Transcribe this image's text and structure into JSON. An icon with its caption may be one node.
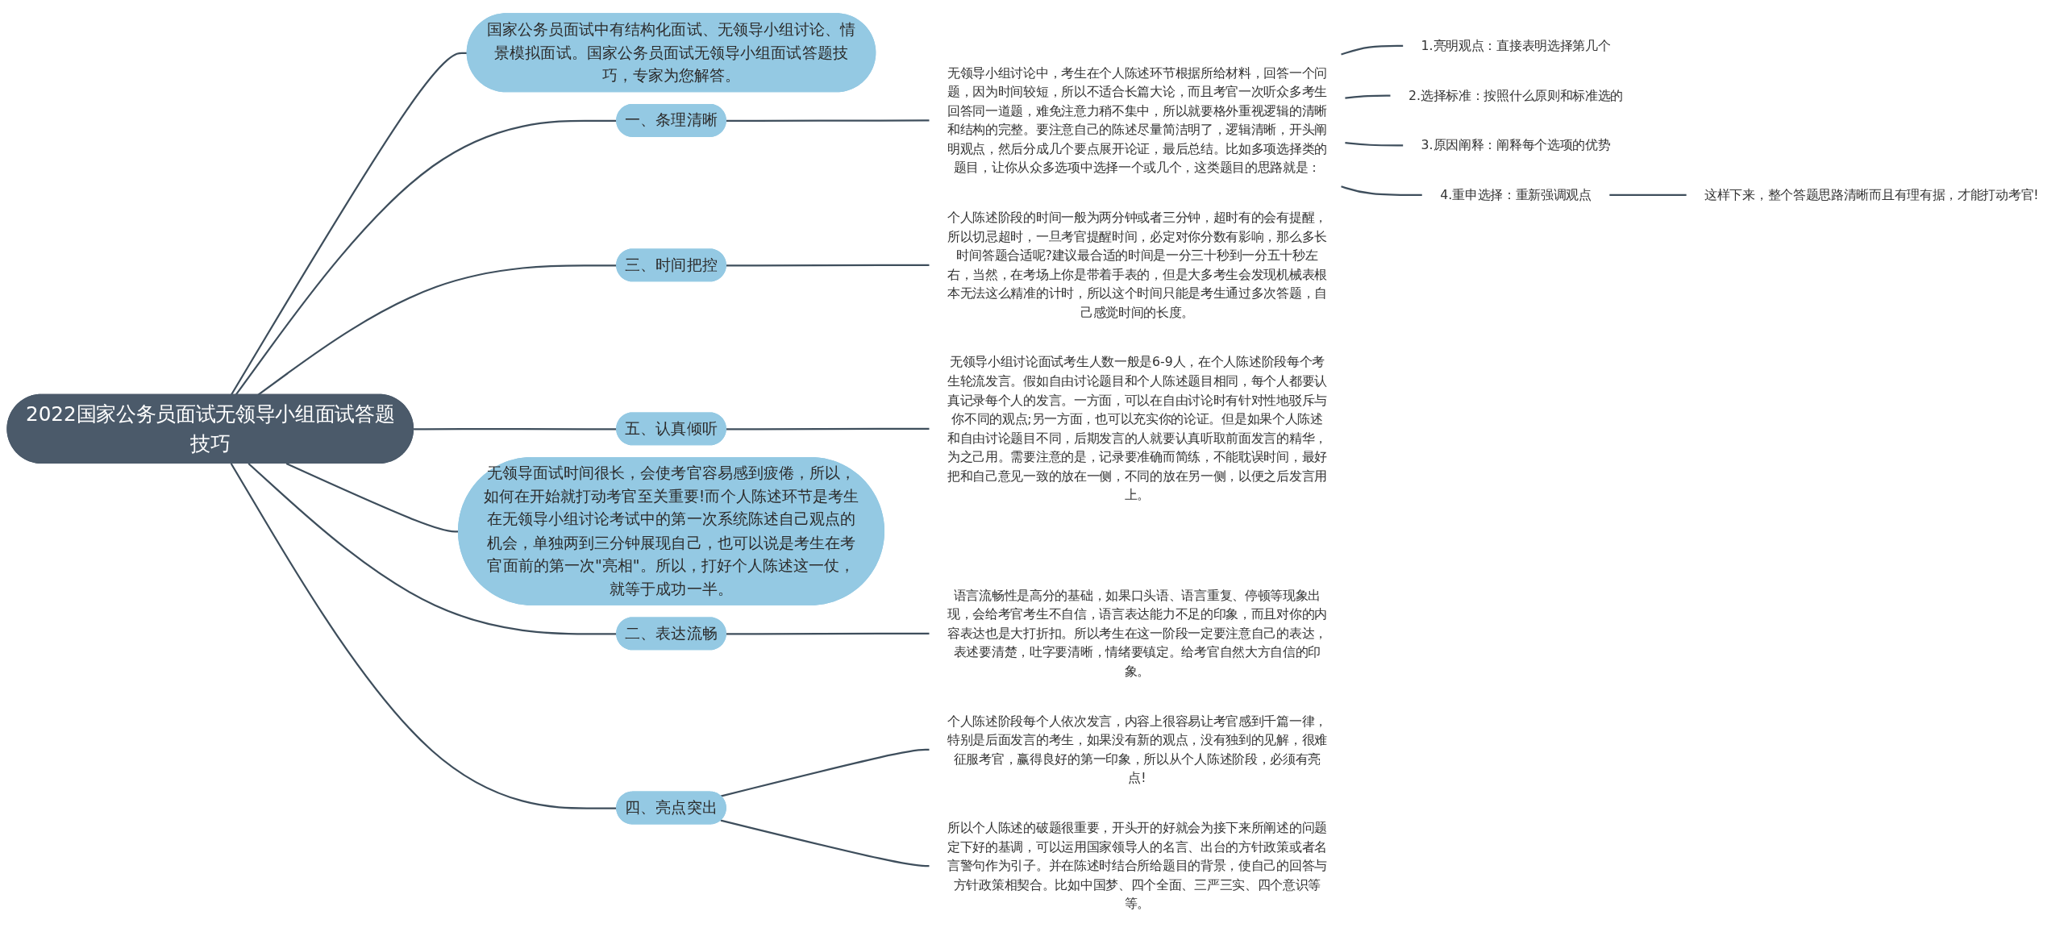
{
  "diagram": {
    "nodes": [
      {
        "text": [
          "2022国家公务员面试无领导小组面试答题技巧"
        ]
      },
      {
        "text": [
          "国家公务员面试中有结构化面试、无领导小组讨论、情景模拟面试。国家公务员面试无领导小组面试答题技巧，专家为您解答。"
        ]
      },
      {
        "text": [
          "一、条理清晰"
        ]
      },
      {
        "text": [
          "无领导小组讨论中，考生在个人陈述环节根据所给材料，回答一个问题，因为时间较短，所以不适合长篇大论，而且考官一次听众多考生回答同一道题，难免注意力稍不集中，所以就要格外重视逻辑的清晰和结构的完整。要注意自己的陈述尽量简洁明了，逻辑清晰，开头阐明观点，然后分成几个要点展开论证，最后总结。比如多项选择类的题目，让你从众多选项中选择一个或几个，这类题目的思路就是："
        ]
      },
      {
        "text": [
          "1.亮明观点：直接表明选择第几个"
        ]
      },
      {
        "text": [
          "2.选择标准：按照什么原则和标准选的"
        ]
      },
      {
        "text": [
          "3.原因阐释：阐释每个选项的优势"
        ]
      },
      {
        "text": [
          "4.重申选择：重新强调观点"
        ]
      },
      {
        "text": [
          "这样下来，整个答题思路清晰而且有理有据，才能打动考官!"
        ]
      },
      {
        "text": [
          "三、时间把控"
        ]
      },
      {
        "text": [
          "个人陈述阶段的时间一般为两分钟或者三分钟，超时有的会有提醒，所以切忌超时，一旦考官提醒时间，必定对你分数有影响，那么多长时间答题合适呢?建议最合适的时间是一分三十秒到一分五十秒左右，当然，在考场上你是带着手表的，但是大多考生会发现机械表根本无法这么精准的计时，所以这个时间只能是考生通过多次答题，自己感觉时间的长度。"
        ]
      },
      {
        "text": [
          "五、认真倾听"
        ]
      },
      {
        "text": [
          "无领导小组讨论面试考生人数一般是6-9人，在个人陈述阶段每个考生轮流发言。假如自由讨论题目和个人陈述题目相同，每个人都要认真记录每个人的发言。一方面，可以在自由讨论时有针对性地驳斥与你不同的观点;另一方面，也可以充实你的论证。但是如果个人陈述和自由讨论题目不同，后期发言的人就要认真听取前面发言的精华，为之己用。需要注意的是，记录要准确而简练，不能耽误时间，最好把和自己意见一致的放在一侧，不同的放在另一侧，以便之后发言用上。"
        ]
      },
      {
        "text": [
          "无领导面试时间很长，会使考官容易感到疲倦，所以，如何在开始就打动考官至关重要!而个人陈述环节是考生在无领导小组讨论考试中的第一次系统陈述自己观点的机会，单独两到三分钟展现自己，也可以说是考生在考官面前的第一次\"亮相\"。所以，打好个人陈述这一仗，就等于成功一半。"
        ]
      },
      {
        "text": [
          "二、表达流畅"
        ]
      },
      {
        "text": [
          "语言流畅性是高分的基础，如果口头语、语言重复、停顿等现象出现，会给考官考生不自信，语言表达能力不足的印象，而且对你的内容表达也是大打折扣。所以考生在这一阶段一定要注意自己的表达，表述要清楚，吐字要清晰，情绪要镇定。给考官自然大方自信的印象。"
        ]
      },
      {
        "text": [
          "四、亮点突出"
        ]
      },
      {
        "text": [
          "个人陈述阶段每个人依次发言，内容上很容易让考官感到千篇一律，特别是后面发言的考生，如果没有新的观点，没有独到的见解，很难征服考官，赢得良好的第一印象，所以从个人陈述阶段，必须有亮点!"
        ]
      },
      {
        "text": [
          "所以个人陈述的破题很重要，开头开的好就会为接下来所阐述的问题定下好的基调，可以运用国家领导人的名言、出台的方针政策或者名言警句作为引子。并在陈述时结合所给题目的背景，使自己的回答与方针政策相契合。比如中国梦、四个全面、三严三实、四个意识等等。"
        ]
      }
    ],
    "edges": [
      {
        "from": 0,
        "to": 1,
        "arrow": "none"
      },
      {
        "from": 0,
        "to": 2,
        "arrow": "none"
      },
      {
        "from": 2,
        "to": 3,
        "arrow": "none"
      },
      {
        "from": 3,
        "to": 4,
        "arrow": "none"
      },
      {
        "from": 3,
        "to": 5,
        "arrow": "none"
      },
      {
        "from": 3,
        "to": 6,
        "arrow": "none"
      },
      {
        "from": 3,
        "to": 7,
        "arrow": "none"
      },
      {
        "from": 7,
        "to": 8,
        "arrow": "none"
      },
      {
        "from": 0,
        "to": 9,
        "arrow": "none"
      },
      {
        "from": 9,
        "to": 10,
        "arrow": "none"
      },
      {
        "from": 0,
        "to": 11,
        "arrow": "none"
      },
      {
        "from": 11,
        "to": 12,
        "arrow": "none"
      },
      {
        "from": 0,
        "to": 13,
        "arrow": "none"
      },
      {
        "from": 0,
        "to": 14,
        "arrow": "none"
      },
      {
        "from": 14,
        "to": 15,
        "arrow": "none"
      },
      {
        "from": 0,
        "to": 16,
        "arrow": "none"
      },
      {
        "from": 16,
        "to": 17,
        "arrow": "none"
      },
      {
        "from": 16,
        "to": 18,
        "arrow": "none"
      }
    ]
  }
}
